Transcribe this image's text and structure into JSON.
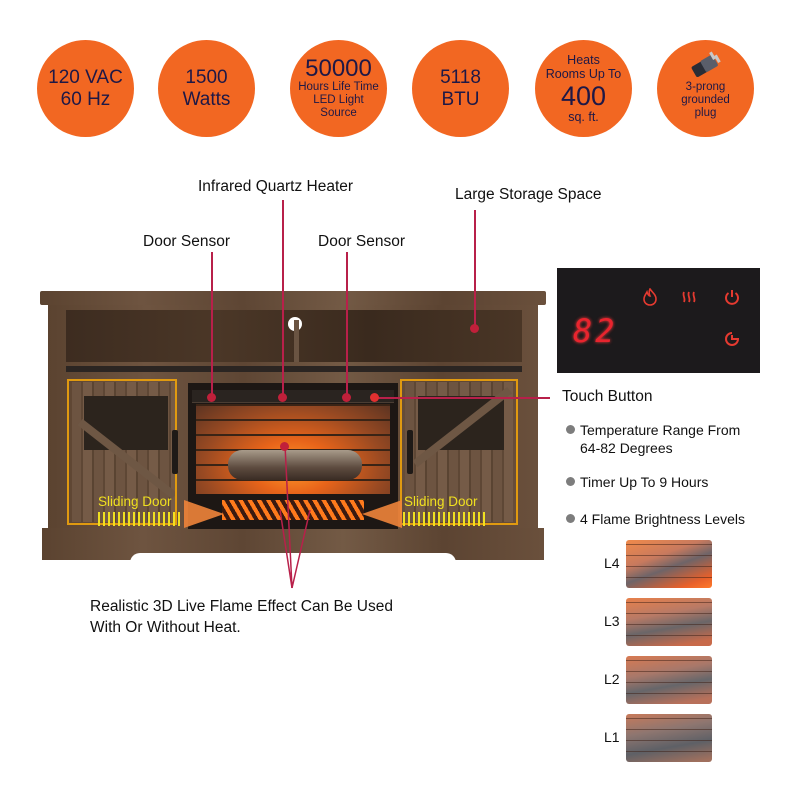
{
  "specs": [
    {
      "line1": "120 VAC",
      "line2": "60 Hz"
    },
    {
      "line1": "1500",
      "line2": "Watts"
    },
    {
      "big": "50000",
      "small1": "Hours Life Time",
      "small2": "LED Light",
      "small3": "Source"
    },
    {
      "line1": "5118",
      "line2": "BTU"
    },
    {
      "top1": "Heats",
      "top2": "Rooms Up To",
      "big": "400",
      "bottom": "sq. ft."
    },
    {
      "icon": "plug-icon",
      "small1": "3-prong",
      "small2": "grounded",
      "small3": "plug"
    }
  ],
  "callouts": {
    "infrared": "Infrared Quartz Heater",
    "storage": "Large Storage Space",
    "door_sensor_left": "Door Sensor",
    "door_sensor_right": "Door Sensor",
    "touch_button": "Touch Button",
    "sliding_door_left": "Sliding Door",
    "sliding_door_right": "Sliding Door",
    "flame_line1": "Realistic 3D Live Flame Effect Can Be Used",
    "flame_line2": "With Or Without Heat."
  },
  "control_panel": {
    "display": "82",
    "icons": [
      "flame-icon",
      "heat-icon",
      "power-icon",
      "timer-icon"
    ]
  },
  "features": [
    {
      "line1": "Temperature Range From",
      "line2": "64-82 Degrees"
    },
    {
      "line1": "Timer Up To 9 Hours"
    },
    {
      "line1": "4 Flame Brightness Levels"
    }
  ],
  "flame_levels": [
    "L4",
    "L3",
    "L2",
    "L1"
  ],
  "colors": {
    "circle": "#f26722",
    "circle_text": "#1e1846",
    "leader": "#b8204a",
    "sliding_door": "#f0e020",
    "door_frame": "#e09a10"
  }
}
